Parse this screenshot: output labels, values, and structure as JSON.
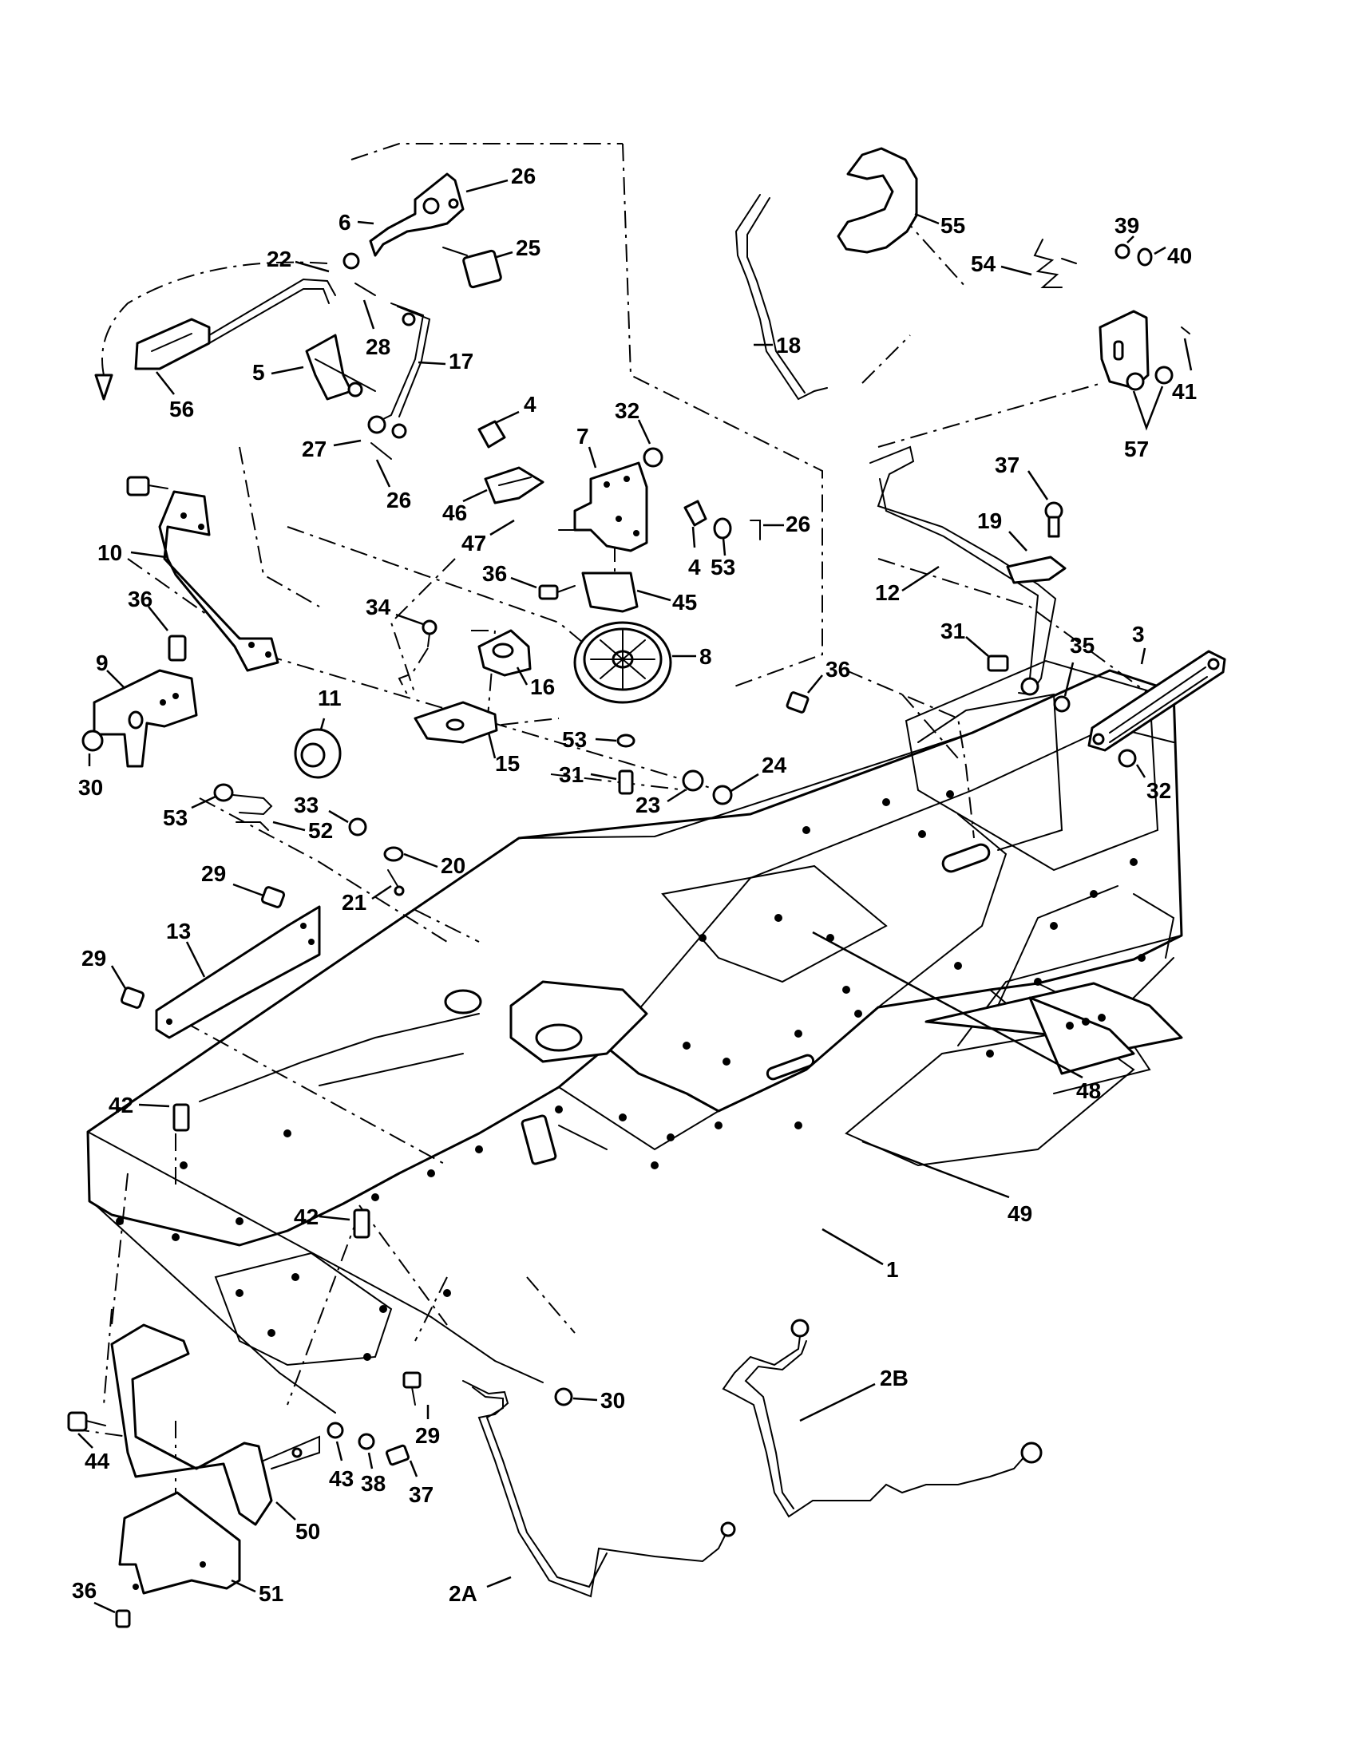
{
  "diagram": {
    "callouts": [
      {
        "id": "c1",
        "text": "1"
      },
      {
        "id": "c2A",
        "text": "2A"
      },
      {
        "id": "c2B",
        "text": "2B"
      },
      {
        "id": "c3",
        "text": "3"
      },
      {
        "id": "c4a",
        "text": "4"
      },
      {
        "id": "c4b",
        "text": "4"
      },
      {
        "id": "c5",
        "text": "5"
      },
      {
        "id": "c6",
        "text": "6"
      },
      {
        "id": "c7",
        "text": "7"
      },
      {
        "id": "c8",
        "text": "8"
      },
      {
        "id": "c9",
        "text": "9"
      },
      {
        "id": "c10",
        "text": "10"
      },
      {
        "id": "c11",
        "text": "11"
      },
      {
        "id": "c12",
        "text": "12"
      },
      {
        "id": "c13",
        "text": "13"
      },
      {
        "id": "c15",
        "text": "15"
      },
      {
        "id": "c16",
        "text": "16"
      },
      {
        "id": "c17",
        "text": "17"
      },
      {
        "id": "c18",
        "text": "18"
      },
      {
        "id": "c19",
        "text": "19"
      },
      {
        "id": "c20",
        "text": "20"
      },
      {
        "id": "c21",
        "text": "21"
      },
      {
        "id": "c22",
        "text": "22"
      },
      {
        "id": "c23",
        "text": "23"
      },
      {
        "id": "c24",
        "text": "24"
      },
      {
        "id": "c25",
        "text": "25"
      },
      {
        "id": "c26a",
        "text": "26"
      },
      {
        "id": "c26b",
        "text": "26"
      },
      {
        "id": "c26c",
        "text": "26"
      },
      {
        "id": "c27",
        "text": "27"
      },
      {
        "id": "c28",
        "text": "28"
      },
      {
        "id": "c29a",
        "text": "29"
      },
      {
        "id": "c29b",
        "text": "29"
      },
      {
        "id": "c29c",
        "text": "29"
      },
      {
        "id": "c30a",
        "text": "30"
      },
      {
        "id": "c30b",
        "text": "30"
      },
      {
        "id": "c31a",
        "text": "31"
      },
      {
        "id": "c31b",
        "text": "31"
      },
      {
        "id": "c32a",
        "text": "32"
      },
      {
        "id": "c32b",
        "text": "32"
      },
      {
        "id": "c33",
        "text": "33"
      },
      {
        "id": "c34",
        "text": "34"
      },
      {
        "id": "c35",
        "text": "35"
      },
      {
        "id": "c36a",
        "text": "36"
      },
      {
        "id": "c36b",
        "text": "36"
      },
      {
        "id": "c36c",
        "text": "36"
      },
      {
        "id": "c36d",
        "text": "36"
      },
      {
        "id": "c37a",
        "text": "37"
      },
      {
        "id": "c37b",
        "text": "37"
      },
      {
        "id": "c38",
        "text": "38"
      },
      {
        "id": "c39",
        "text": "39"
      },
      {
        "id": "c40",
        "text": "40"
      },
      {
        "id": "c41",
        "text": "41"
      },
      {
        "id": "c42a",
        "text": "42"
      },
      {
        "id": "c42b",
        "text": "42"
      },
      {
        "id": "c43",
        "text": "43"
      },
      {
        "id": "c44",
        "text": "44"
      },
      {
        "id": "c45",
        "text": "45"
      },
      {
        "id": "c46",
        "text": "46"
      },
      {
        "id": "c47",
        "text": "47"
      },
      {
        "id": "c48",
        "text": "48"
      },
      {
        "id": "c49",
        "text": "49"
      },
      {
        "id": "c50",
        "text": "50"
      },
      {
        "id": "c51",
        "text": "51"
      },
      {
        "id": "c52",
        "text": "52"
      },
      {
        "id": "c53a",
        "text": "53"
      },
      {
        "id": "c53b",
        "text": "53"
      },
      {
        "id": "c53c",
        "text": "53"
      },
      {
        "id": "c54",
        "text": "54"
      },
      {
        "id": "c55",
        "text": "55"
      },
      {
        "id": "c56",
        "text": "56"
      },
      {
        "id": "c57",
        "text": "57"
      }
    ]
  }
}
